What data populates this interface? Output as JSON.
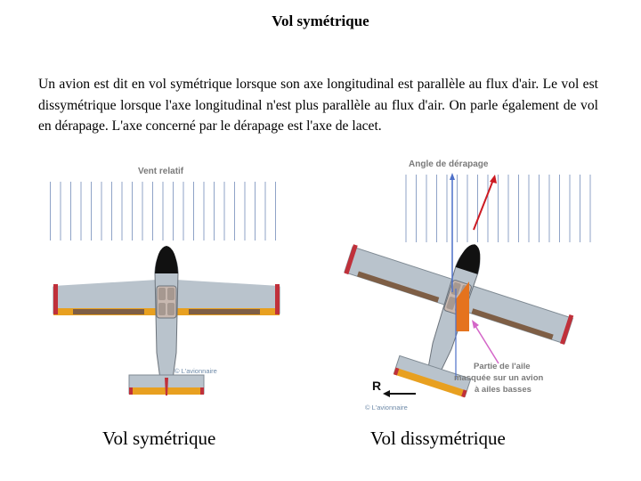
{
  "title": "Vol symétrique",
  "paragraph": "Un avion est dit en vol symétrique lorsque son axe longitudinal est parallèle au flux d'air. Le vol est dissymétrique lorsque l'axe longitudinal n'est plus parallèle au flux d'air. On parle également de vol en dérapage. L'axe concerné par le dérapage est l'axe de lacet.",
  "figure_left": {
    "label_wind": "Vent relatif",
    "watermark": "© L'avionnaire",
    "caption": "Vol symétrique"
  },
  "figure_right": {
    "label_angle": "Angle de dérapage",
    "label_wing_line1": "Partie de l'aile",
    "label_wing_line2": "masquée sur un avion",
    "label_wing_line3": "à ailes basses",
    "label_r": "R",
    "watermark": "© L'avionnaire",
    "caption": "Vol dissymétrique"
  },
  "colors": {
    "wind_lines": "#8fa3c7",
    "wing": "#b9c3cc",
    "wing_edge": "#7e5e45",
    "wing_tip": "#c0303a",
    "tail_yellow": "#e8a020",
    "label_text": "#7a7a7a",
    "label_pink": "#d466c8",
    "orange": "#e5731e",
    "red_arrow": "#cc1a22",
    "blue_axis": "#4d70c8"
  }
}
